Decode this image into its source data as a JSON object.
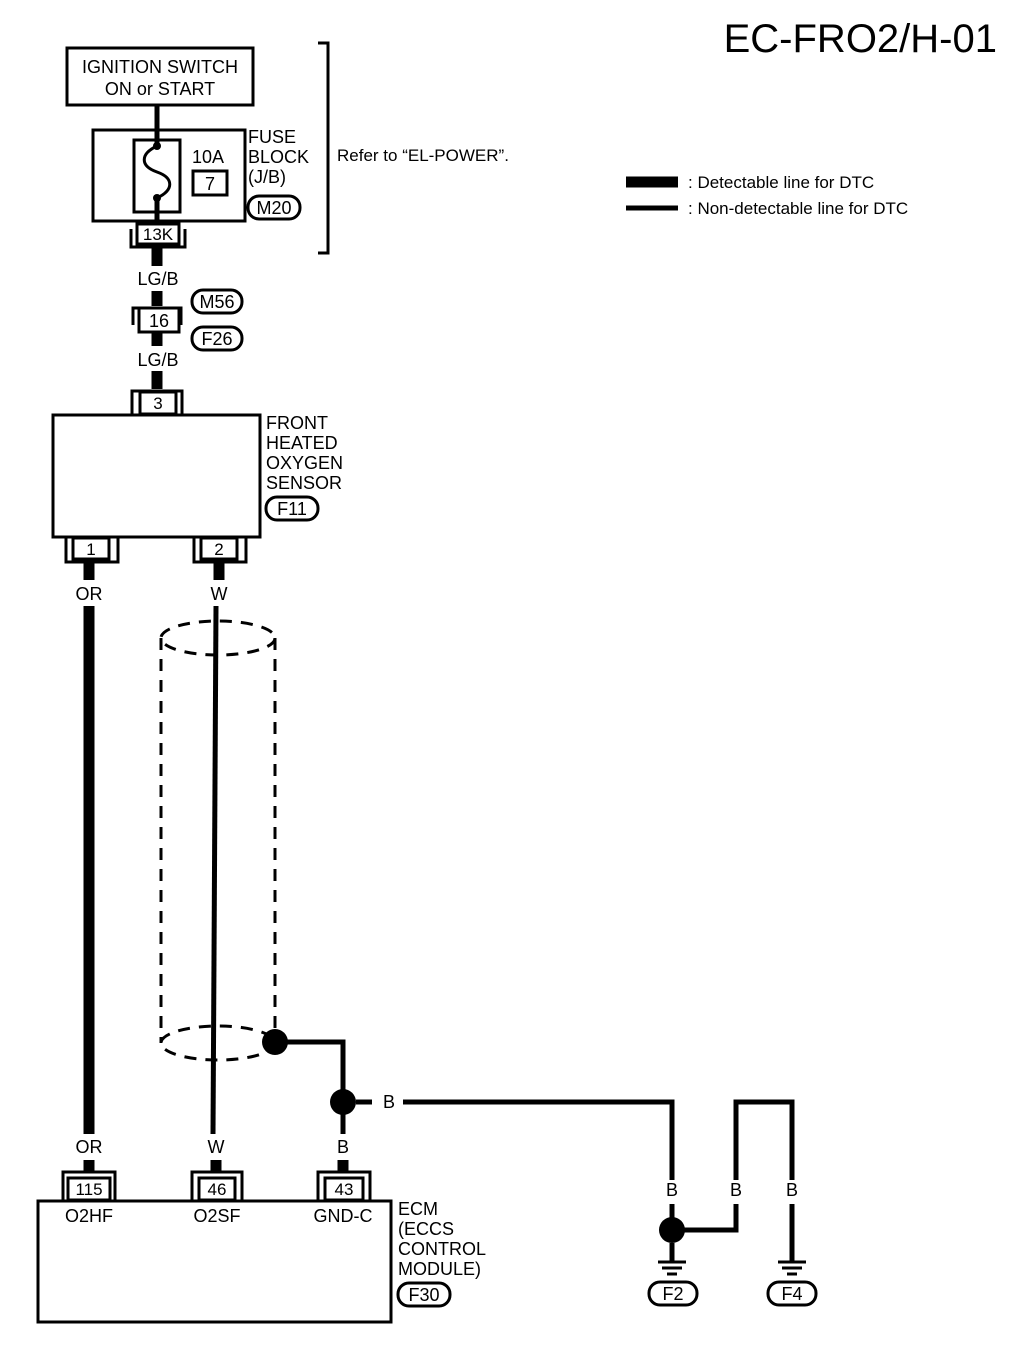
{
  "title": "EC-FRO2/H-01",
  "legend": {
    "detectable": ": Detectable line for DTC",
    "non_detectable": ": Non-detectable line for DTC"
  },
  "ignition": {
    "line1": "IGNITION SWITCH",
    "line2": "ON or START"
  },
  "fuse_block": {
    "label_lines": [
      "FUSE",
      "BLOCK",
      "(J/B)"
    ],
    "connector": "M20",
    "amp": "10A",
    "fuse_no": "7",
    "terminal": "13K"
  },
  "refer_note": "Refer to “EL-POWER”.",
  "wire_lgb_top": "LG/B",
  "wire_lgb_bottom": "LG/B",
  "joint": {
    "terminal": "16",
    "conn_top": "M56",
    "conn_bottom": "F26"
  },
  "sensor": {
    "label_lines": [
      "FRONT",
      "HEATED",
      "OXYGEN",
      "SENSOR"
    ],
    "connector": "F11",
    "term_top": "3",
    "term_1": "1",
    "term_2": "2"
  },
  "wires": {
    "or_top": "OR",
    "w_top": "W",
    "or_bottom": "OR",
    "w_bottom": "W",
    "b_ecm": "B",
    "b_right": "B",
    "b_f2": "B",
    "b_f4a": "B",
    "b_f4b": "B"
  },
  "ecm": {
    "label_lines": [
      "ECM",
      "(ECCS",
      "CONTROL",
      "MODULE)"
    ],
    "connector": "F30",
    "terminals": [
      "115",
      "46",
      "43"
    ],
    "pins": [
      "O2HF",
      "O2SF",
      "GND-C"
    ]
  },
  "grounds": {
    "g1": "F2",
    "g2": "F4"
  }
}
